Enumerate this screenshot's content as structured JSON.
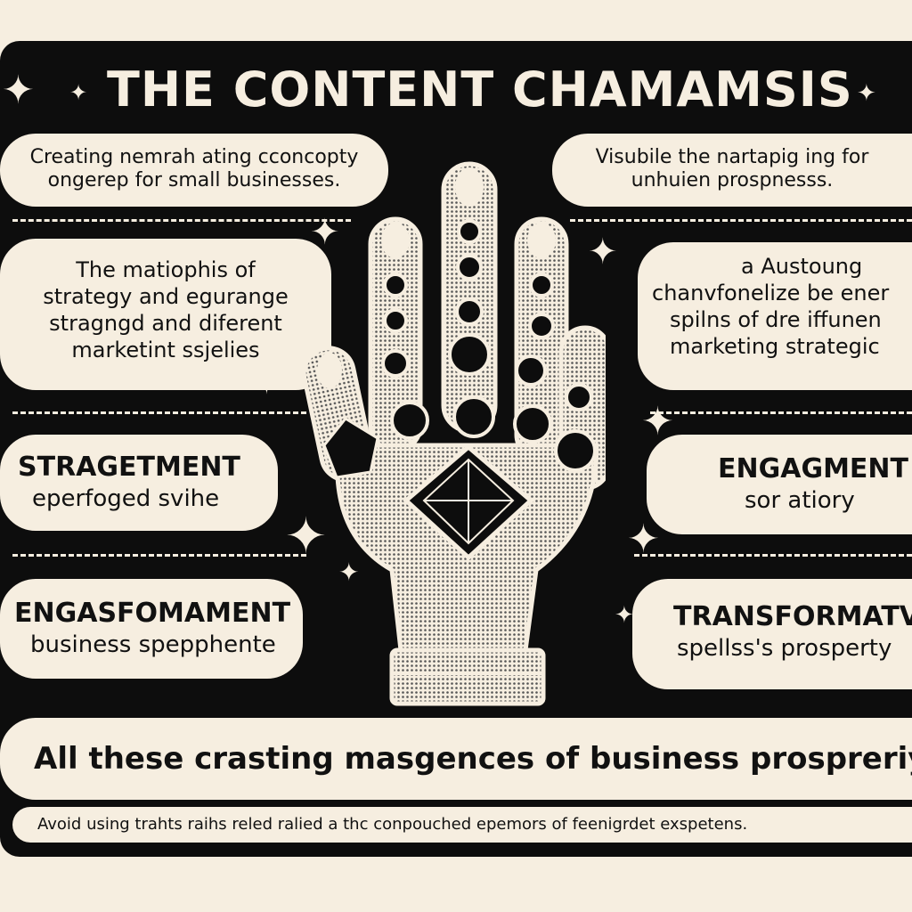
{
  "title": "THE CONTENT CHAMAMSIS",
  "bubbles_left": [
    {
      "lines": [
        "Creating nemrah ating cconcopty",
        "ongerep for small businesses."
      ]
    },
    {
      "lines": [
        "The matiophis of",
        "strategy and  egurange",
        "stragngd and diferent",
        "marketint ssjelies"
      ]
    },
    {
      "head": "STRAGETMENT",
      "sub": "eperfoged svihe"
    },
    {
      "head": "ENGASFOMAMENT",
      "sub": "business spepphente"
    }
  ],
  "bubbles_right": [
    {
      "lines": [
        "Visubile the nartapig ing for",
        "unhuien prospnesss."
      ]
    },
    {
      "lines": [
        "a  Austoung",
        "chanvfonelize be ener",
        "spilns of dre iffunen",
        "marketing strategic"
      ]
    },
    {
      "head": "ENGAGMENT",
      "sub": "sor atiory"
    },
    {
      "head": "TRANSFORMATVI",
      "sub": "spellss's prosperty"
    }
  ],
  "banner": "All these crasting masgences of business prospreriy",
  "footer": "Avoid using trahts raihs reled ralied a thc conpouched epemors of feenigrdet exspetens.",
  "colors": {
    "ink": "#0d0d0d",
    "paper": "#f6eee0"
  },
  "icons": [
    "sparkle-icon",
    "robotic-hand-illustration"
  ]
}
